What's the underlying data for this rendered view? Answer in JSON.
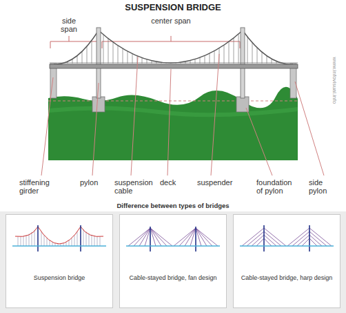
{
  "diagram": {
    "title": "SUSPENSION BRIDGE",
    "nodes": [
      {
        "text": [
          "Difference between types of bridges"
        ]
      },
      {
        "text": [
          "Suspension bridge"
        ],
        "in": 0
      },
      {
        "text": [
          "Cable-stayed bridge, fan design"
        ],
        "in": 0
      },
      {
        "text": [
          "Cable-stayed bridge, harp design"
        ],
        "in": 0
      }
    ],
    "labels": [
      "side span",
      "center span",
      "stiffening girder",
      "pylon",
      "suspension cable",
      "deck",
      "suspender",
      "foundation of pylon",
      "side pylon",
      "www.infovisual.info"
    ]
  }
}
